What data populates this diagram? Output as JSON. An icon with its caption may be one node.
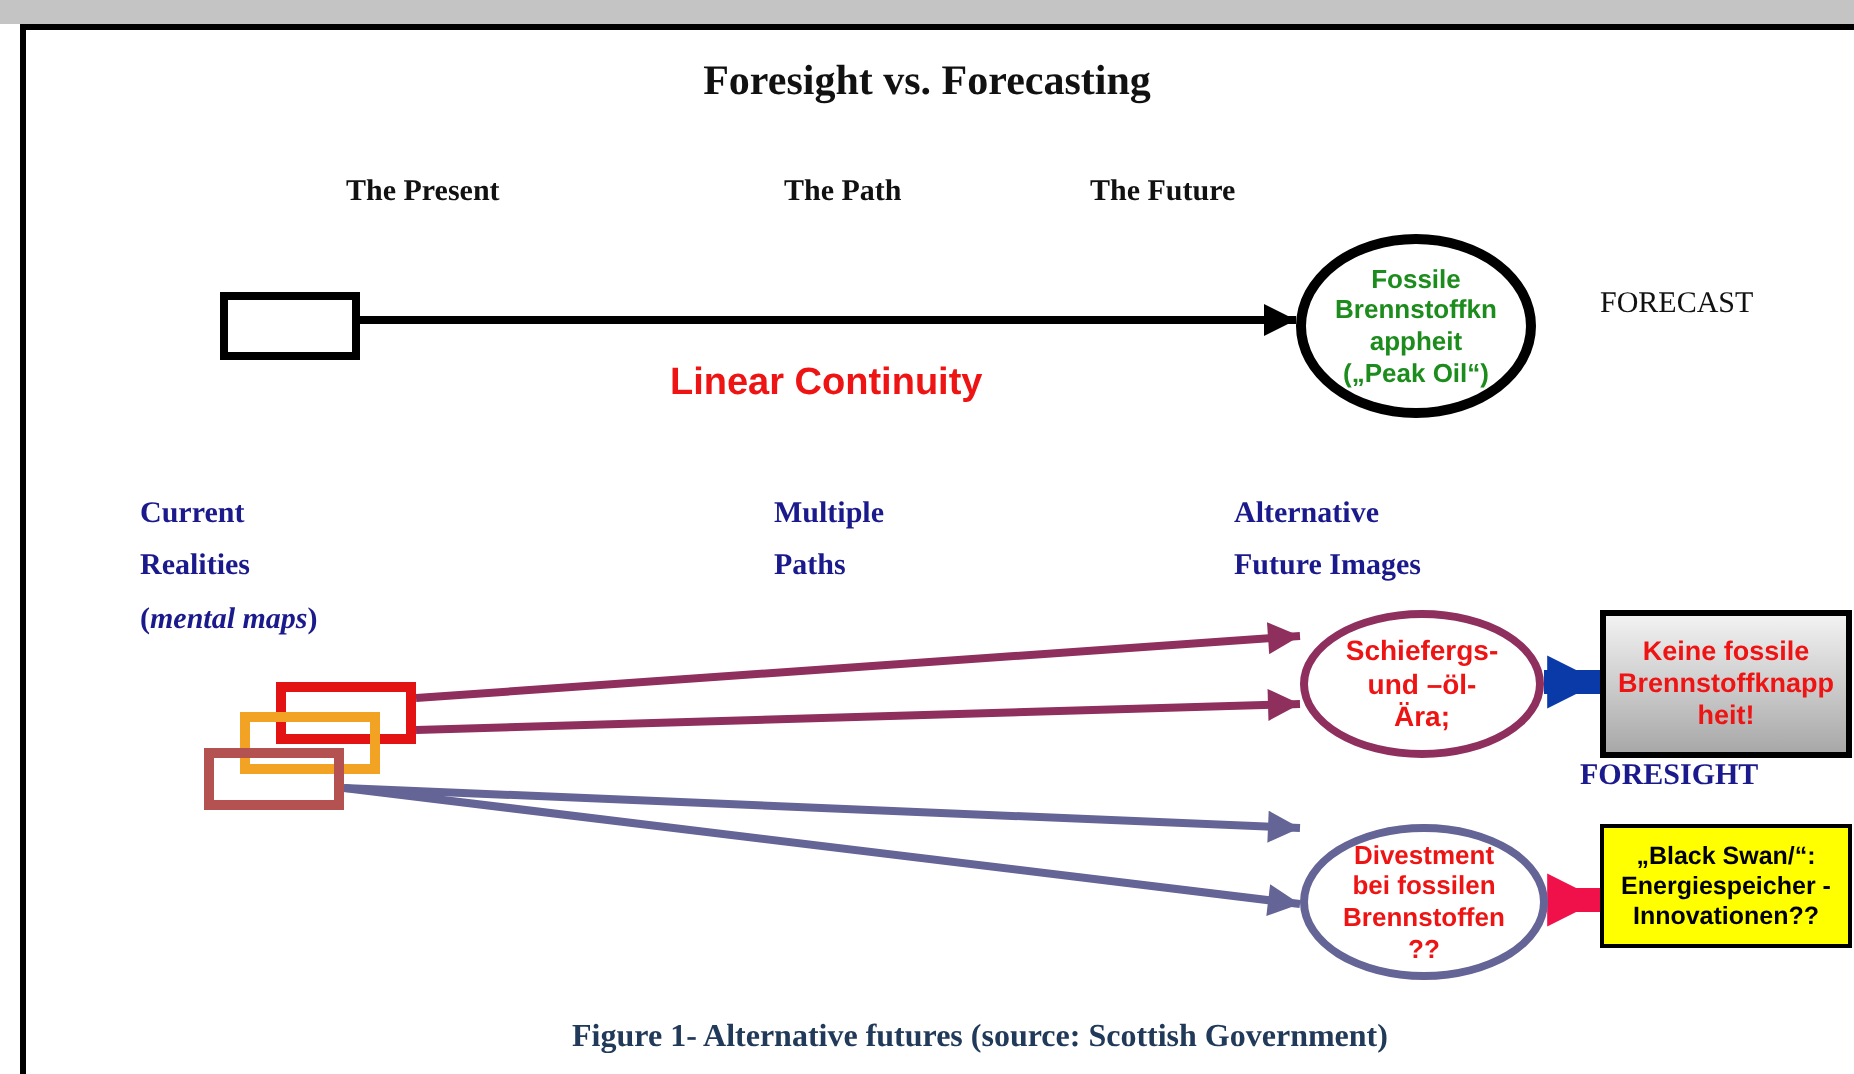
{
  "diagram": {
    "title": "Foresight vs. Forecasting",
    "caption": "Figure 1- Alternative futures (source: Scottish Government)",
    "nodes": [
      {
        "text": [],
        "shape": "box"
      },
      {
        "text": [
          "Fossile Brennstoffknappheit („Peak Oil“)"
        ]
      },
      {
        "text": [],
        "shape": "box"
      },
      {
        "text": [],
        "shape": "box"
      },
      {
        "text": [],
        "shape": "box"
      },
      {
        "text": [
          "Schiefergs- und –öl- Ära;"
        ]
      },
      {
        "text": [
          "Keine fossile Brennstoffknappheit!"
        ]
      },
      {
        "text": [
          "Divestment bei fossilen Brennstoffen ??"
        ]
      },
      {
        "text": [
          "„Black Swan/“: Energiespeicher -Innovationen??"
        ]
      }
    ],
    "edges": [
      {
        "from": 0,
        "to": 1,
        "arrow": "to",
        "color": "#000000"
      },
      {
        "from": 2,
        "to": 5,
        "arrow": "to",
        "color": "#8e2f5e"
      },
      {
        "from": 2,
        "to": 5,
        "arrow": "to",
        "color": "#8e2f5e"
      },
      {
        "from": 4,
        "to": 7,
        "arrow": "to",
        "color": "#646496"
      },
      {
        "from": 4,
        "to": 7,
        "arrow": "to",
        "color": "#646496"
      },
      {
        "from": 5,
        "to": 6,
        "arrow": "to",
        "style": "thick",
        "color": "#0a3aa8"
      },
      {
        "from": 7,
        "to": 8,
        "arrow": "to",
        "style": "thick",
        "color": "#f0104a"
      }
    ],
    "labels": [
      "The Present",
      "The Path",
      "The Future",
      "FORECAST",
      "Linear Continuity",
      "Current",
      "Realities",
      "(*mental maps*)",
      "Multiple",
      "Paths",
      "Alternative",
      "Future Images",
      "FORESIGHT"
    ]
  }
}
